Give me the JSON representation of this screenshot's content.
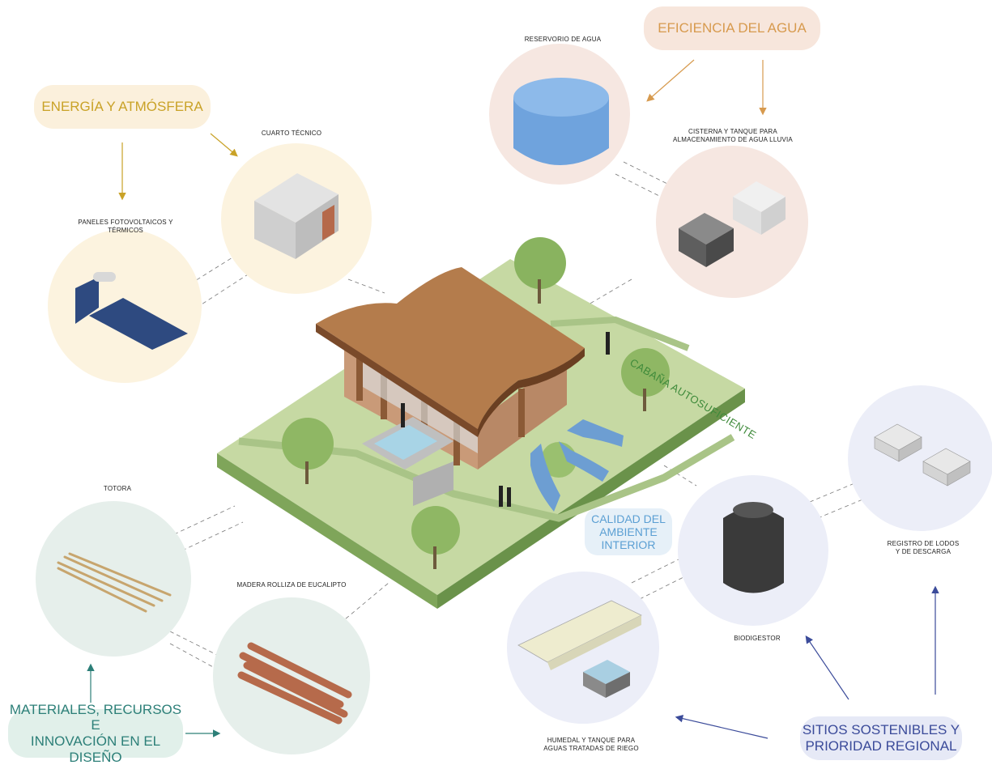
{
  "categories": {
    "energy": "ENERGÍA Y ATMÓSFERA",
    "water": "EFICIENCIA DEL AGUA",
    "air": "CALIDAD DEL\nAMBIENTE\nINTERIOR",
    "materials": "MATERIALES, RECURSOS E\nINNOVACIÓN EN EL DISEÑO",
    "sites": "SITIOS SOSTENIBLES Y\nPRIORIDAD REGIONAL"
  },
  "center_title": "CABAÑA AUTOSUFICIENTE",
  "items": {
    "water_reservoir": "RESERVORIO DE AGUA",
    "cistern": "CISTERNA Y TANQUE PARA\nALMACENAMIENTO DE AGUA LLUVIA",
    "tech_room": "CUARTO TÉCNICO",
    "solar_panels": "PANELES FOTOVOLTAICOS Y\nTÉRMICOS",
    "totora": "TOTORA",
    "eucalyptus": "MADERA ROLLIZA DE EUCALIPTO",
    "sludge_register": "REGISTRO DE LODOS\nY DE DESCARGA",
    "biodigester": "BIODIGESTOR",
    "wetland": "HUMEDAL Y TANQUE PARA\nAGUAS TRATADAS DE RIEGO"
  },
  "colors": {
    "energy": "#c9a227",
    "water": "#d79a4e",
    "air": "#5b9fd3",
    "materials": "#2c7f78",
    "sites": "#3b4b9a",
    "ground": "#b6cf8e",
    "roof": "#b47c4c"
  }
}
